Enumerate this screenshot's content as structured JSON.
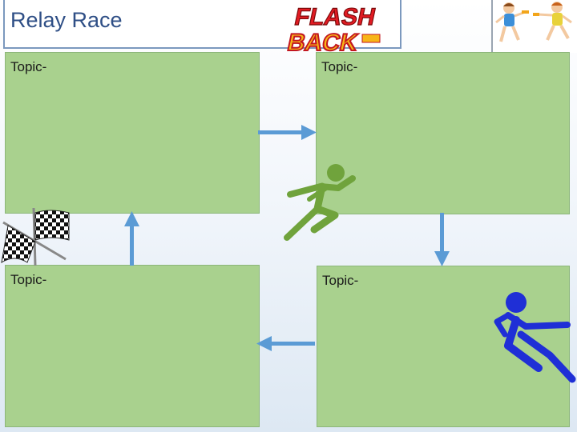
{
  "header": {
    "title": "Relay Race",
    "logo_line1": "FLASH",
    "logo_line2": "BACK"
  },
  "panels": [
    {
      "label": "Topic-"
    },
    {
      "label": "Topic-"
    },
    {
      "label": "Topic-"
    },
    {
      "label": "Topic-"
    }
  ],
  "icons": {
    "flags": "checkered-flags-icon",
    "runners_photo": "relay-runners-icon",
    "green_runner": "green-runner-icon",
    "blue_runner": "blue-runner-icon",
    "arrows": [
      "arrow-right-icon",
      "arrow-down-icon",
      "arrow-left-icon",
      "arrow-up-icon"
    ]
  },
  "colors": {
    "panel": "#a9d18e",
    "arrow": "#5b9bd5",
    "green_runner": "#70a33c",
    "blue_runner": "#1f2fd6",
    "title": "#2f4f86"
  }
}
